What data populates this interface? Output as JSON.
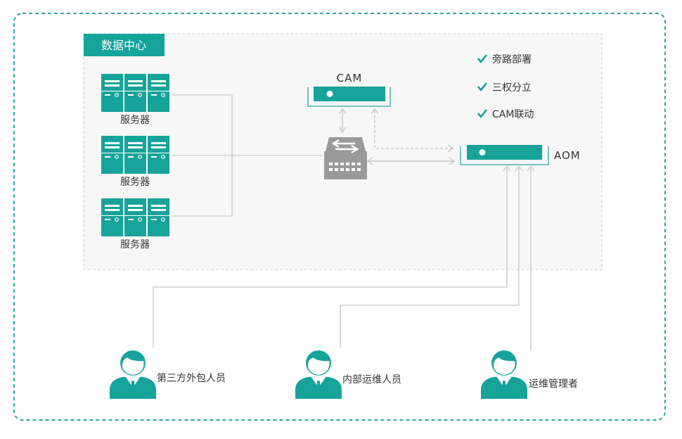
{
  "datacenter": {
    "label": "数据中心"
  },
  "servers": [
    {
      "label": "服务器"
    },
    {
      "label": "服务器"
    },
    {
      "label": "服务器"
    }
  ],
  "cam": {
    "label": "CAM"
  },
  "aom": {
    "label": "AOM"
  },
  "features": [
    {
      "label": "旁路部署"
    },
    {
      "label": "三权分立"
    },
    {
      "label": "CAM联动"
    }
  ],
  "users": [
    {
      "label": "第三方外包人员"
    },
    {
      "label": "内部运维人员"
    },
    {
      "label": "运维管理者"
    }
  ],
  "colors": {
    "accent": "#16a39a",
    "frame": "#2aa79e",
    "line": "#c8c8c8",
    "switch": "#9a9a9a"
  }
}
